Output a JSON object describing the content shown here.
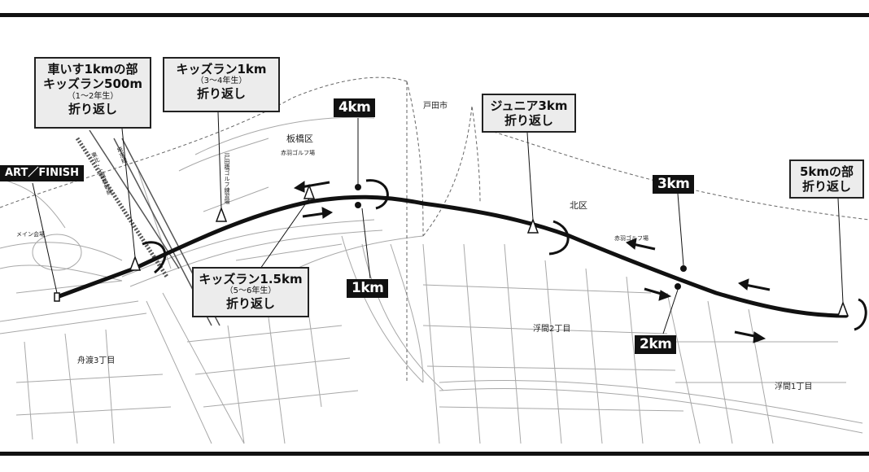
{
  "callouts": {
    "wheelchair": {
      "line1": "車いす1kmの部",
      "line2": "キッズラン500m",
      "line3": "（1～2年生）",
      "line4": "折り返し"
    },
    "kids1k": {
      "line1": "キッズラン1km",
      "line2": "（3～4年生）",
      "line3": "折り返し"
    },
    "kids15": {
      "line1": "キッズラン1.5km",
      "line2": "（5～6年生）",
      "line3": "折り返し"
    },
    "junior": {
      "line1": "ジュニア3km",
      "line2": "折り返し"
    },
    "five": {
      "line1": "5kmの部",
      "line2": "折り返し"
    }
  },
  "start_finish": "ART／FINISH",
  "km_markers": {
    "k1": "1km",
    "k2": "2km",
    "k3": "3km",
    "k4": "4km"
  },
  "places": {
    "toda": "戸田市",
    "itabashi": "板橋区",
    "kita": "北区",
    "akabane_golf_1": "赤羽ゴルフ場",
    "akabane_golf_2": "赤羽ゴルフ場",
    "main_venue": "メイン会場",
    "funado": "舟渡3丁目",
    "ukima2": "浮間2丁目",
    "ukima1": "浮間1丁目",
    "saikyo": "埼京線",
    "tohoku": "東北・上越新幹線",
    "todabashi_golf": "戸田橋ゴルフ練習場"
  },
  "colors": {
    "route": "#111111",
    "roads": "#9a9a9a",
    "callout_bg": "#ececec",
    "frame": "#111111"
  }
}
